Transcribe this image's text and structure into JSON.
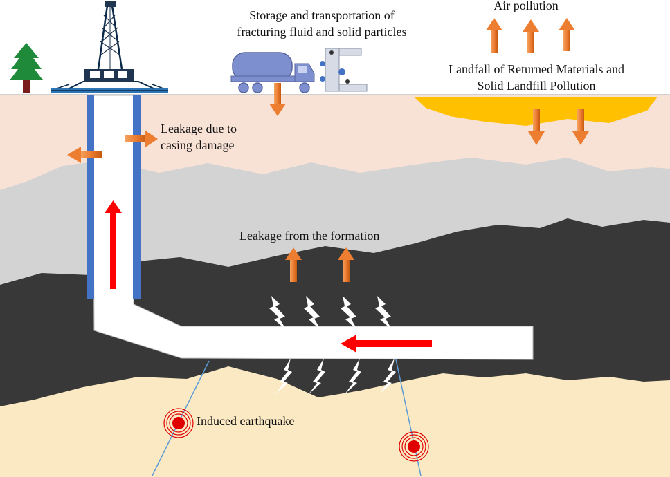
{
  "labels": {
    "storage": [
      "Storage and transportation of",
      "fracturing fluid and solid particles"
    ],
    "air_pollution": "Air pollution",
    "landfall": [
      "Landfall of Returned Materials and",
      "Solid Landfill Pollution"
    ],
    "casing_leak": [
      "Leakage due to",
      "casing damage"
    ],
    "formation_leak": "Leakage from the formation",
    "earthquake": "Induced earthquake"
  },
  "colors": {
    "sky": "#ffffff",
    "ground_line": "#cfcfcf",
    "topsoil": "#f8e2d6",
    "gray_layer": "#d3d3d3",
    "shale_layer": "#383838",
    "bottom_layer": "#fbe9c4",
    "landfill": "#ffc000",
    "casing": "#4472c4",
    "wellbore": "#ffffff",
    "flow_arrow": "#ff0000",
    "leak_arrow": "#ed7d31",
    "fault_line": "#5b9bd5",
    "quake": "#e00000",
    "truck": "#7d8fce",
    "tree": "#1f8a3a",
    "tree_trunk": "#7a1c1c"
  }
}
